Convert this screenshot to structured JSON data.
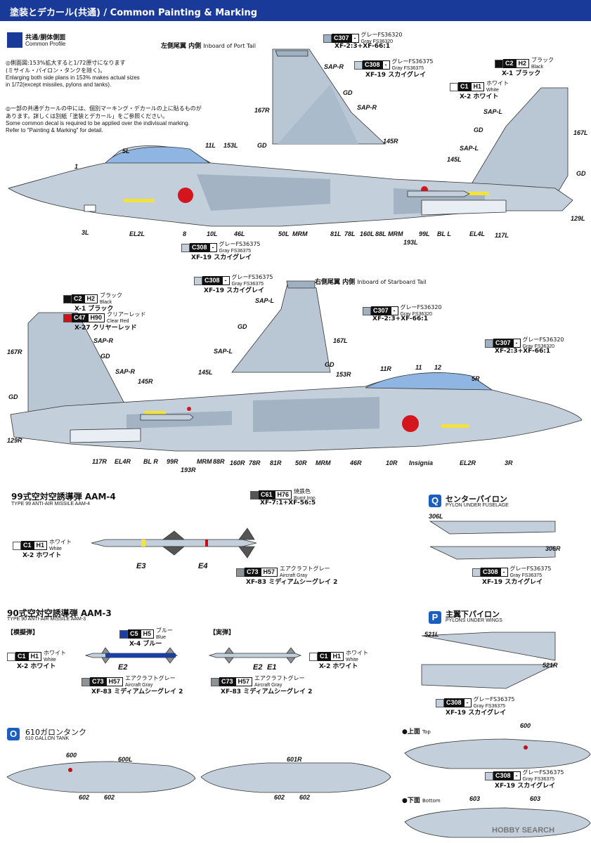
{
  "header": {
    "title": "塗装とデカール(共通) / Common Painting & Marking"
  },
  "profile": {
    "title": "共通/胴体側面",
    "subtitle": "Common Profile",
    "note1_jp": "◎側面図:153%拡大すると1/72原寸になります",
    "note1_jp2": "(ミサイル・パイロン・タンクを除く)。",
    "note1_en": "Enlarging both side plans in 153% makes actual sizes",
    "note1_en2": "in 1/72(except missiles, pylons and tanks).",
    "note2_jp": "◎一部の共通デカールの中には、個別マーキング・デカールの上に貼るものが",
    "note2_jp2": "あります。詳しくは別紙「塗装とデカール」をご参照ください。",
    "note2_en": "Some common decal is required to be applied over the indivisual marking.",
    "note2_en2": "Refer to \"Painting & Marking\" for detail."
  },
  "port_tail": {
    "title": "左側尾翼 内側",
    "title_en": "Inboard of Port Tail"
  },
  "starboard_tail": {
    "title": "右側尾翼 内側",
    "title_en": "Inboard of Starboard Tail"
  },
  "colors": {
    "c307": {
      "code": "C307",
      "h": "-",
      "jp": "グレーFS36320",
      "en": "Gray FS36320",
      "mix": "XF-2:3+XF-66:1",
      "swatch": "#9fb0c2"
    },
    "c308": {
      "code": "C308",
      "h": "-",
      "jp": "グレーFS36375",
      "en": "Gray FS36375",
      "mix": "XF-19 スカイグレイ",
      "swatch": "#c3cfda"
    },
    "c2": {
      "code": "C2",
      "h": "H2",
      "jp": "ブラック",
      "en": "Black",
      "mix": "X-1 ブラック",
      "swatch": "#111111"
    },
    "c1": {
      "code": "C1",
      "h": "H1",
      "jp": "ホワイト",
      "en": "White",
      "mix": "X-2 ホワイト",
      "swatch": "#ffffff"
    },
    "c47": {
      "code": "C47",
      "h": "H90",
      "jp": "クリアーレッド",
      "en": "Clear Red",
      "mix": "X-27 クリヤーレッド",
      "swatch": "#d0101a"
    },
    "c61": {
      "code": "C61",
      "h": "H76",
      "jp": "焼鉄色",
      "en": "Burnt Iron",
      "mix": "XF-7:1+XF-56:5",
      "swatch": "#555555"
    },
    "c73": {
      "code": "C73",
      "h": "H57",
      "jp": "エアクラフトグレー",
      "en": "Aircraft Gray",
      "mix": "XF-83 ミディアムシーグレイ 2",
      "swatch": "#8d9296"
    },
    "c5": {
      "code": "C5",
      "h": "H5",
      "jp": "ブルー",
      "en": "Blue",
      "mix": "X-4 ブルー",
      "swatch": "#1a3fa8"
    }
  },
  "top_labels": [
    "5L",
    "1",
    "11L",
    "153L",
    "3L",
    "EL2L",
    "8",
    "10L",
    "46L",
    "50L",
    "MRM",
    "81L",
    "78L",
    "160L",
    "88L",
    "MRM",
    "193L",
    "99L",
    "BL L",
    "EL4L",
    "117L",
    "129L",
    "145L",
    "167L",
    "GD",
    "SAP-L",
    "SAP-L",
    "167R",
    "SAP-R",
    "SAP-R",
    "GD",
    "GD",
    "145R"
  ],
  "bottom_labels": [
    "167R",
    "SAP-R",
    "GD",
    "SAP-R",
    "145R",
    "GD",
    "129R",
    "117R",
    "EL4R",
    "BL R",
    "99R",
    "193R",
    "MRM",
    "88R",
    "160R",
    "78R",
    "81R",
    "50R",
    "MRM",
    "46R",
    "10R",
    "Insignia",
    "EL2R",
    "3R",
    "5R",
    "11R",
    "11",
    "12",
    "153R",
    "SAP-L",
    "GD",
    "SAP-L",
    "167L",
    "145L",
    "GD"
  ],
  "aam4": {
    "title": "99式空対空誘導弾 AAM-4",
    "title_en": "TYPE 99 ANTI-AIR MISSILE AAM-4",
    "e3": "E3",
    "e4": "E4"
  },
  "aam3": {
    "title": "90式空対空誘導弾 AAM-3",
    "title_en": "TYPE 90 ANTI-AIR MISSILE AAM-3",
    "dummy": "【模擬弾】",
    "live": "【実弾】",
    "e2": "E2",
    "e2b": "E2",
    "e1": "E1"
  },
  "pylon_q": {
    "letter": "Q",
    "title": "センターパイロン",
    "title_en": "PYLON UNDER FUSELAGE",
    "l1": "306L",
    "l2": "306R"
  },
  "pylon_p": {
    "letter": "P",
    "title": "主翼下パイロン",
    "title_en": "PYLONS UNDER WINGS",
    "l1": "521L",
    "l2": "521R"
  },
  "tank": {
    "letter": "O",
    "title": "610ガロンタンク",
    "title_en": "610 GALLON TANK",
    "l600": "600",
    "l600L": "600L",
    "l601R": "601R",
    "l602a": "602",
    "l602b": "602",
    "l602c": "602",
    "l602d": "602",
    "top": "●上面",
    "top_en": "Top",
    "bottom": "●下面",
    "bottom_en": "Bottom",
    "t600": "600",
    "b603a": "603",
    "b603b": "603"
  },
  "watermark": "HOBBY SEARCH"
}
